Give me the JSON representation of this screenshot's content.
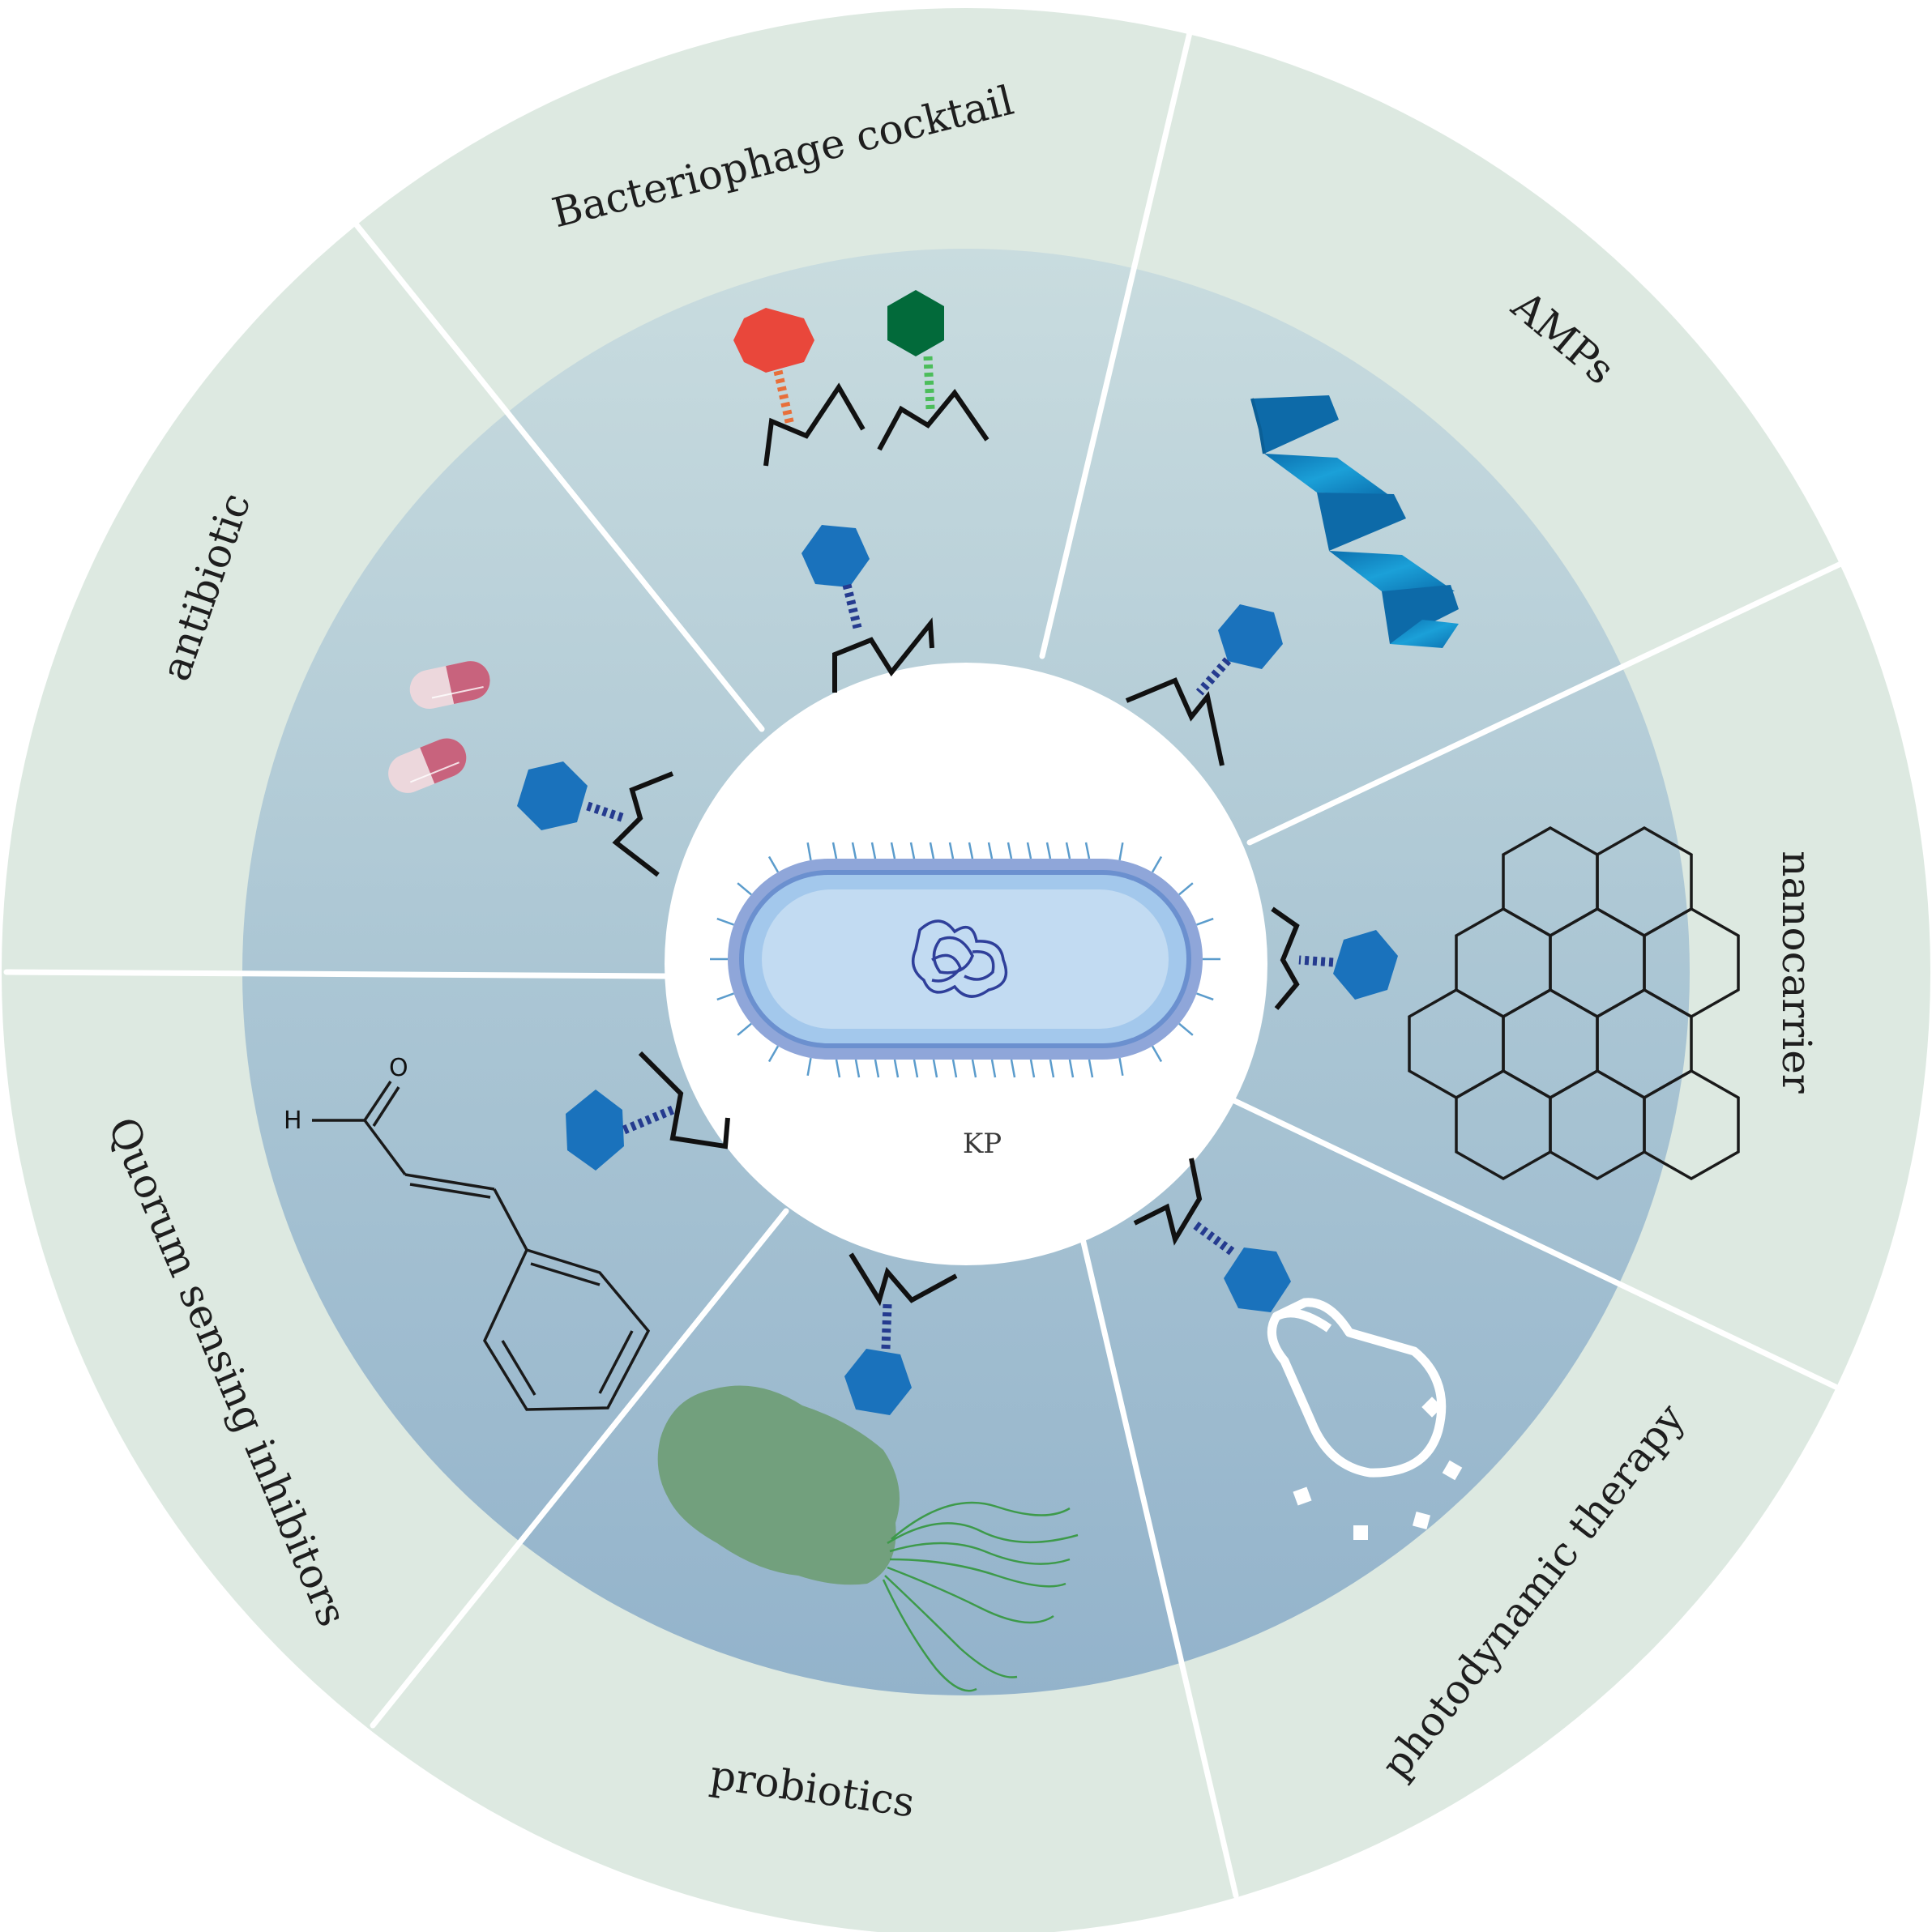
{
  "diagram": {
    "center_label": "KP",
    "segments": [
      {
        "id": "phage",
        "label": "Bacteriophage cocktail"
      },
      {
        "id": "amps",
        "label": "AMPs"
      },
      {
        "id": "nano",
        "label": "nanocarrier"
      },
      {
        "id": "pdt",
        "label": "photodynamic therapy"
      },
      {
        "id": "probiotics",
        "label": "probiotics"
      },
      {
        "id": "qsi",
        "label": "Quorum sensing inhibitors"
      },
      {
        "id": "antibiotic",
        "label": "antibiotic"
      }
    ],
    "molecule_atoms": {
      "hydrogen": "H",
      "oxygen": "O"
    },
    "colors": {
      "outer_ring": "#dde9e1",
      "inner_top": "#c5d9de",
      "inner_bottom": "#97b6cc",
      "divider": "#ffffff",
      "phage_blue": "#1a72bc",
      "phage_blue_tail": "#253b8f",
      "phage_red": "#e9473b",
      "phage_red_tail": "#e86f3a",
      "phage_green": "#026a3a",
      "phage_green_tail": "#4bbd5a",
      "helix_blue": "#1285c4",
      "pill_pink": "#c8637d",
      "pill_light": "#ecd7dc",
      "probiotic_green": "#72a07d",
      "bacterium_outer": "#8fa6d9",
      "bacterium_inner": "#c2dbf2",
      "bacterium_mid": "#a3c8ec"
    }
  }
}
